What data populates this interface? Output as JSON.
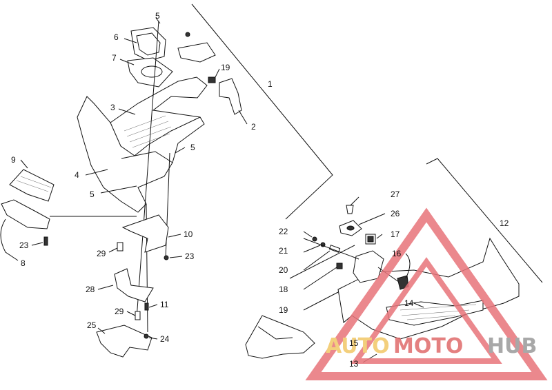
{
  "callouts": [
    {
      "id": "5a",
      "text": "5"
    },
    {
      "id": "6",
      "text": "6"
    },
    {
      "id": "7",
      "text": "7"
    },
    {
      "id": "19a",
      "text": "19"
    },
    {
      "id": "1",
      "text": "1"
    },
    {
      "id": "3",
      "text": "3"
    },
    {
      "id": "2",
      "text": "2"
    },
    {
      "id": "5b",
      "text": "5"
    },
    {
      "id": "9",
      "text": "9"
    },
    {
      "id": "4",
      "text": "4"
    },
    {
      "id": "5c",
      "text": "5"
    },
    {
      "id": "27",
      "text": "27"
    },
    {
      "id": "26",
      "text": "26"
    },
    {
      "id": "12",
      "text": "12"
    },
    {
      "id": "22",
      "text": "22"
    },
    {
      "id": "17",
      "text": "17"
    },
    {
      "id": "10",
      "text": "10"
    },
    {
      "id": "23a",
      "text": "23"
    },
    {
      "id": "21",
      "text": "21"
    },
    {
      "id": "8",
      "text": "8"
    },
    {
      "id": "29a",
      "text": "29"
    },
    {
      "id": "23b",
      "text": "23"
    },
    {
      "id": "16",
      "text": "16"
    },
    {
      "id": "20",
      "text": "20"
    },
    {
      "id": "18",
      "text": "18"
    },
    {
      "id": "28",
      "text": "28"
    },
    {
      "id": "19b",
      "text": "19"
    },
    {
      "id": "14",
      "text": "14"
    },
    {
      "id": "29b",
      "text": "29"
    },
    {
      "id": "11",
      "text": "11"
    },
    {
      "id": "25",
      "text": "25"
    },
    {
      "id": "24",
      "text": "24"
    },
    {
      "id": "15",
      "text": "15"
    },
    {
      "id": "13",
      "text": "13"
    }
  ],
  "watermark": {
    "brand_a": "AUTO",
    "brand_b": "MOTO",
    "brand_c": "HUB",
    "colors": {
      "triangle": "#e8747a",
      "auto": "#f2c766",
      "moto": "#e06a6a",
      "hub": "#9a9a9a"
    }
  }
}
